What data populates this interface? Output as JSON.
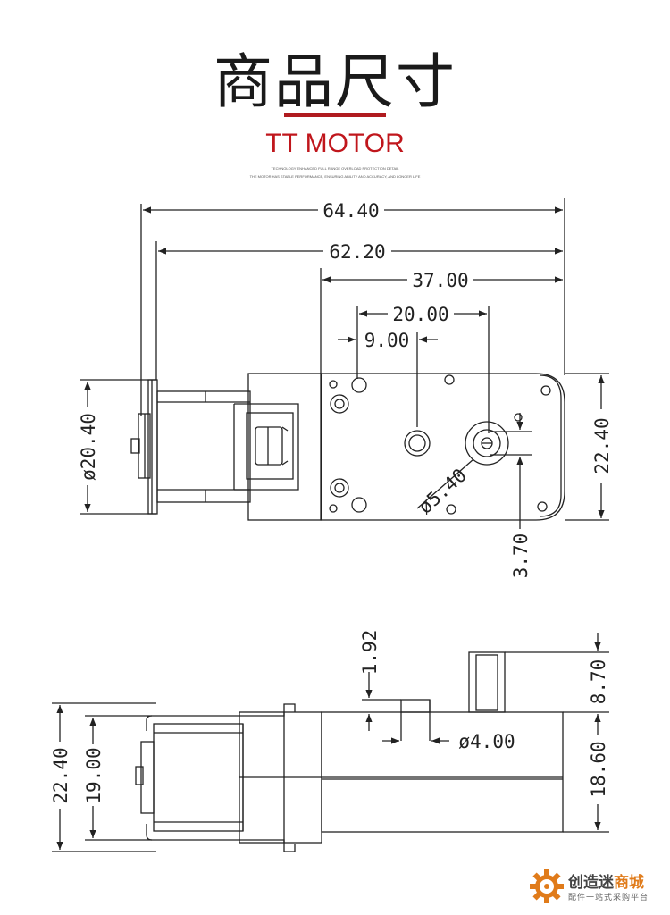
{
  "header": {
    "title": "商品尺寸",
    "subtitle": "TT MOTOR",
    "tagline_1": "TECHNOLOGY ENHANCED FULL RANGE OVERLOAD PROTECTION DETAIL",
    "tagline_2": "THE MOTOR HAS STABLE PERFORMANCE, ENSURING ABILITY AND ACCURACY, AND LONGER LIFE"
  },
  "colors": {
    "accent_red": "#b01b1f",
    "line": "#222222",
    "logo_orange": "#e07b1a"
  },
  "dimensions": {
    "top_view": {
      "overall_length": "64.40",
      "body_length": "62.20",
      "gearbox_length": "37.00",
      "shaft_offset": "20.00",
      "hole_offset": "9.00",
      "motor_diameter": "ø20.40",
      "gearbox_height": "22.40",
      "shaft_diameter": "ø5.40",
      "shaft_flat": "3.70"
    },
    "side_view": {
      "total_height": "22.40",
      "motor_height": "19.00",
      "boss_height": "1.92",
      "boss_diameter": "ø4.00",
      "shaft_height": "8.70",
      "gearbox_thickness": "18.60"
    }
  },
  "logo": {
    "name_main": "创造迷",
    "name_accent": "商城",
    "slogan": "配件一站式采购平台",
    "icon": "gear-icon"
  }
}
